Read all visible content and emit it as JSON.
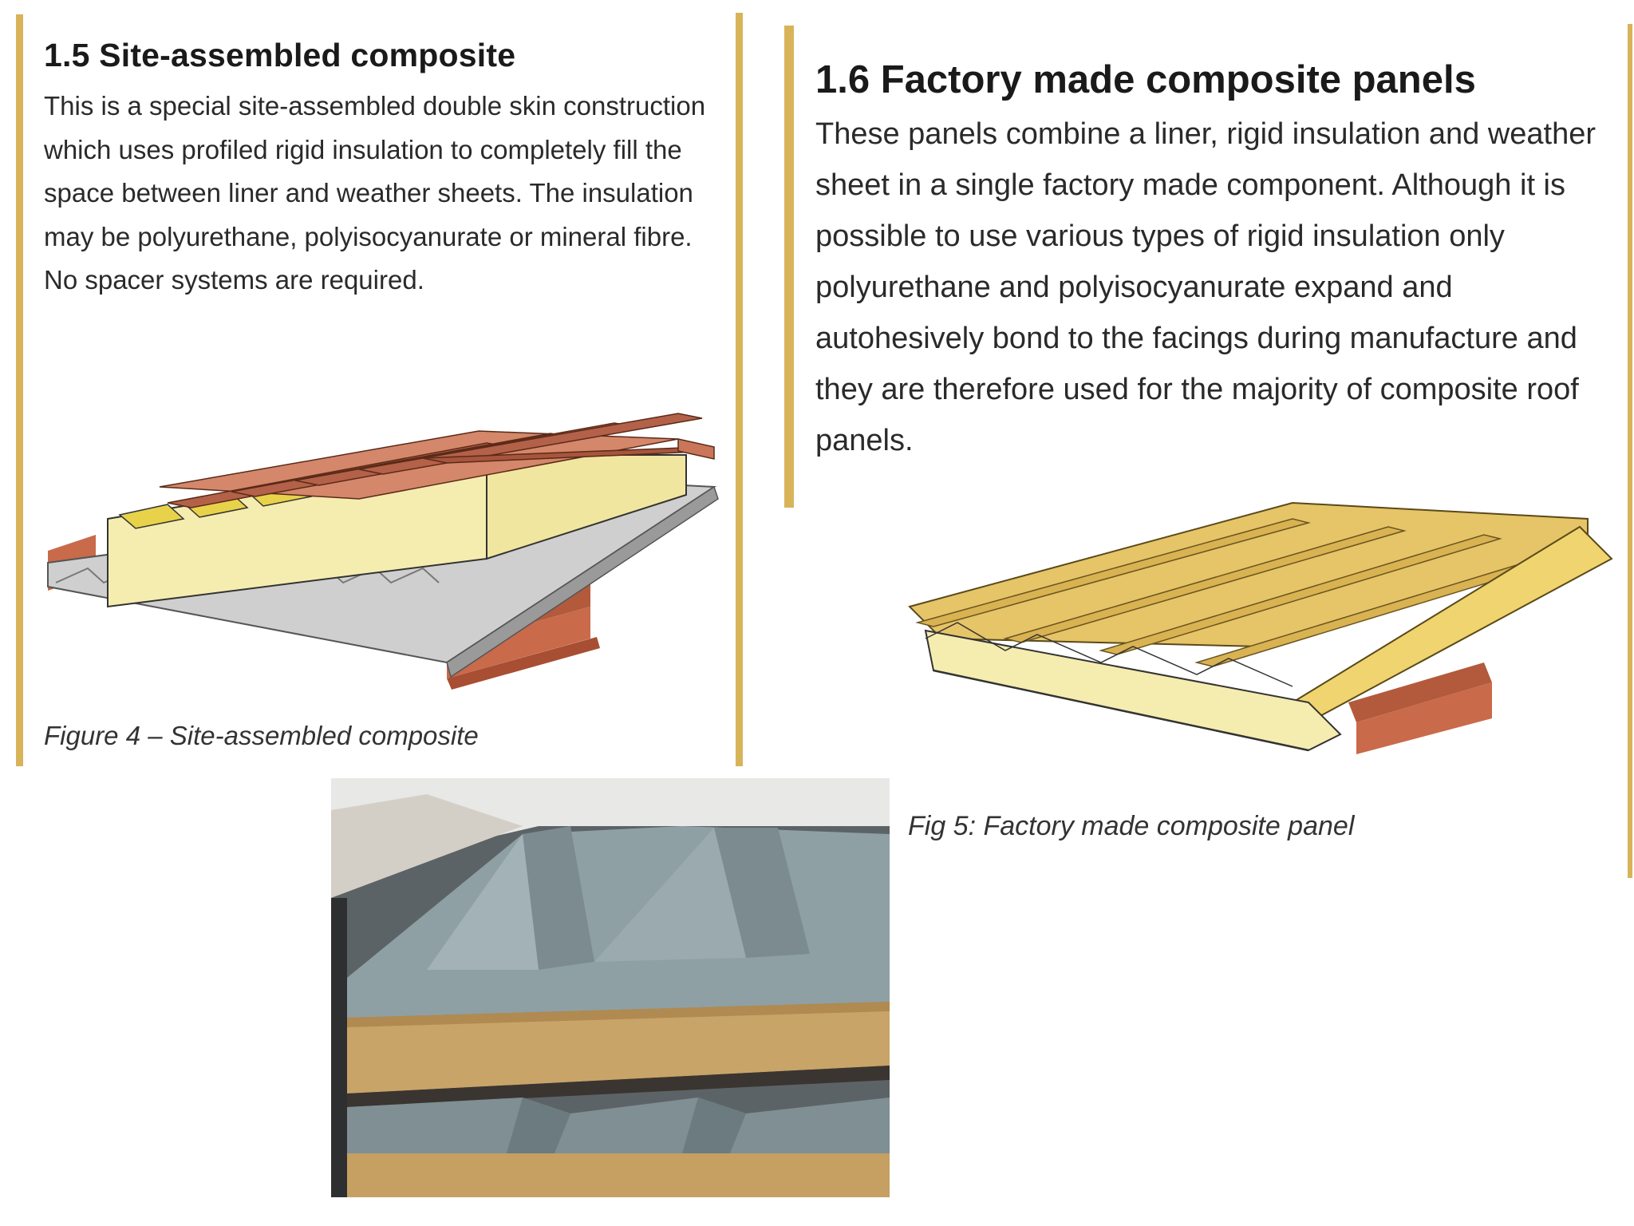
{
  "section_left": {
    "heading": "1.5 Site-assembled composite",
    "body": "This is a special site-assembled double skin construction which uses profiled rigid insulation to completely fill the space between liner and weather sheets.  The insulation may be polyurethane, polyisocyanurate or mineral fibre.  No spacer systems are required.",
    "caption": "Figure 4 – Site-assembled composite"
  },
  "section_right": {
    "heading": "1.6 Factory made composite panels",
    "body": "These panels combine a liner, rigid insulation and weather sheet in a single factory made component. Although it is possible to use various types of rigid insulation only polyurethane and polyisocyanurate expand and autohesively bond to the facings during manufacture and they are therefore used for the majority of composite roof panels.",
    "caption": "Fig 5: Factory made composite panel"
  },
  "colors": {
    "accent_bar": "#d8b35a",
    "weather_sheet": "#c9765a",
    "insulation": "#f5ecb0",
    "insulation_top": "#e8d24a",
    "liner": "#c0c0c0",
    "purlin": "#c96a4a",
    "panel_top": "#e6c468",
    "photo_steel": "#8fa0a4",
    "photo_core": "#c9a468"
  }
}
